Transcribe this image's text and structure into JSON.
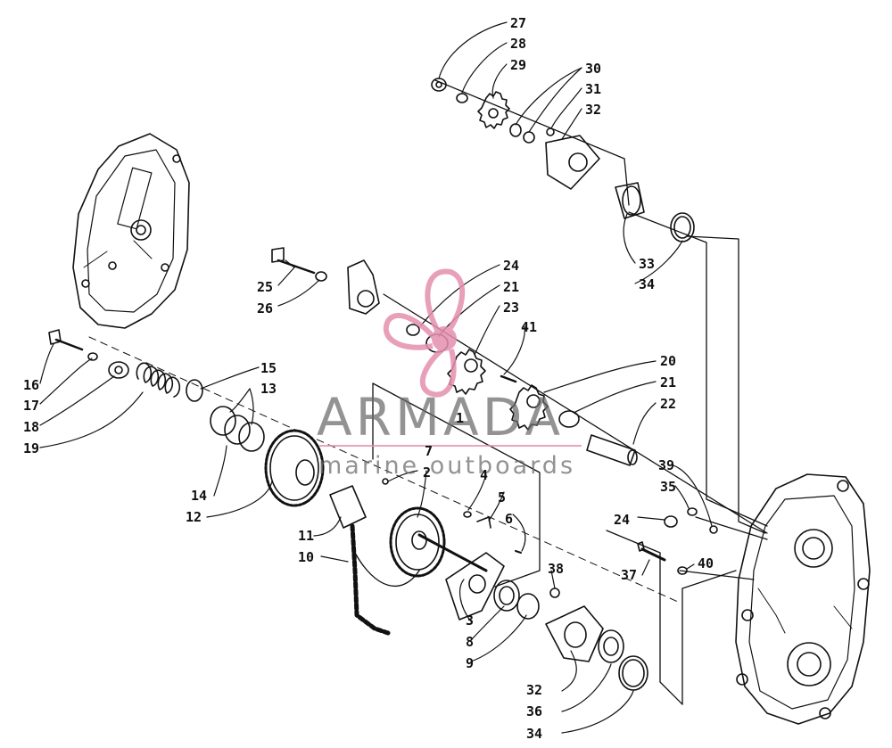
{
  "watermark": {
    "brand": "ARMADA",
    "tagline": "marine outboards",
    "brand_color": "#e58fae",
    "text_color": "#6a6a6a",
    "logo_icon": "propeller-icon"
  },
  "callouts": [
    "1",
    "2",
    "3",
    "4",
    "5",
    "6",
    "7",
    "8",
    "9",
    "10",
    "11",
    "12",
    "13",
    "14",
    "15",
    "16",
    "17",
    "18",
    "19",
    "20",
    "21",
    "21",
    "22",
    "23",
    "24",
    "24",
    "25",
    "26",
    "27",
    "28",
    "29",
    "30",
    "31",
    "32",
    "32",
    "33",
    "34",
    "34",
    "35",
    "36",
    "37",
    "38",
    "39",
    "40",
    "41"
  ]
}
